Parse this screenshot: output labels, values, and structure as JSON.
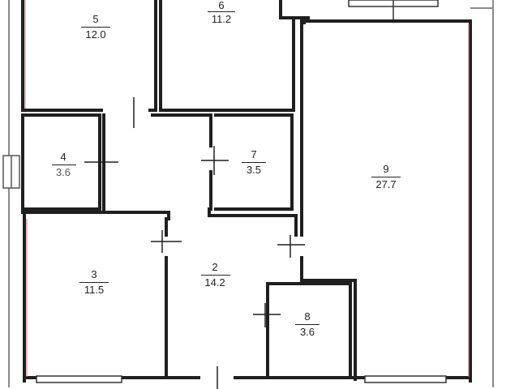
{
  "rooms": [
    {
      "id": "r5",
      "number": "5",
      "area": "12.0"
    },
    {
      "id": "r6",
      "number": "6",
      "area": "11.2"
    },
    {
      "id": "r4",
      "number": "4",
      "area": "3.6"
    },
    {
      "id": "r7",
      "number": "7",
      "area": "3.5"
    },
    {
      "id": "r9",
      "number": "9",
      "area": "27.7"
    },
    {
      "id": "r3",
      "number": "3",
      "area": "11.5"
    },
    {
      "id": "r2",
      "number": "2",
      "area": "14.2"
    },
    {
      "id": "r8",
      "number": "8",
      "area": "3.6"
    }
  ],
  "colors": {
    "wall": "#1f1f1f",
    "outer_wall": "#8a8a8a",
    "accent_line": "#c87a7a"
  }
}
